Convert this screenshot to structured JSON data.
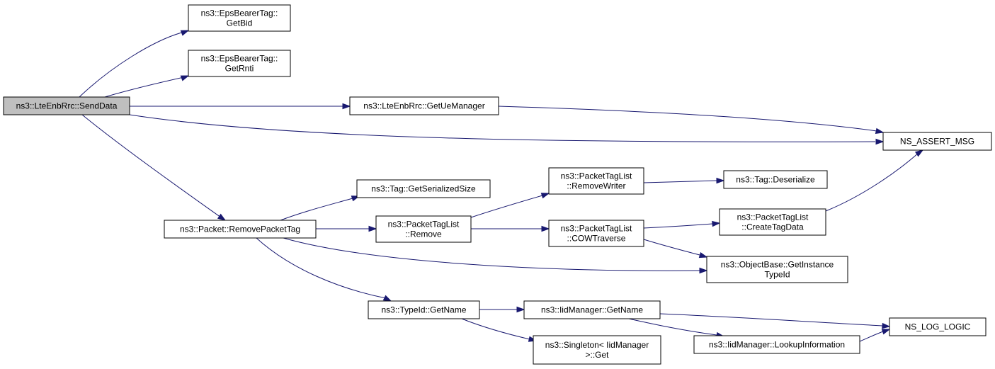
{
  "diagram": {
    "nodes": [
      {
        "id": "senddata",
        "lines": [
          "ns3::LteEnbRrc::SendData"
        ],
        "root": true
      },
      {
        "id": "getbid",
        "lines": [
          "ns3::EpsBearerTag::",
          "GetBid"
        ]
      },
      {
        "id": "getrnti",
        "lines": [
          "ns3::EpsBearerTag::",
          "GetRnti"
        ]
      },
      {
        "id": "getuemanager",
        "lines": [
          "ns3::LteEnbRrc::GetUeManager"
        ]
      },
      {
        "id": "nsassertmsg",
        "lines": [
          "NS_ASSERT_MSG"
        ]
      },
      {
        "id": "removepackettag",
        "lines": [
          "ns3::Packet::RemovePacketTag"
        ]
      },
      {
        "id": "getserializedsize",
        "lines": [
          "ns3::Tag::GetSerializedSize"
        ]
      },
      {
        "id": "ptlremove",
        "lines": [
          "ns3::PacketTagList",
          "::Remove"
        ]
      },
      {
        "id": "ptlremovewriter",
        "lines": [
          "ns3::PacketTagList",
          "::RemoveWriter"
        ]
      },
      {
        "id": "tagdeserialize",
        "lines": [
          "ns3::Tag::Deserialize"
        ]
      },
      {
        "id": "ptlcowtraverse",
        "lines": [
          "ns3::PacketTagList",
          "::COWTraverse"
        ]
      },
      {
        "id": "ptlcreatetagdata",
        "lines": [
          "ns3::PacketTagList",
          "::CreateTagData"
        ]
      },
      {
        "id": "getinstancetypeid",
        "lines": [
          "ns3::ObjectBase::GetInstance",
          "TypeId"
        ]
      },
      {
        "id": "typeidgetname",
        "lines": [
          "ns3::TypeId::GetName"
        ]
      },
      {
        "id": "iidgetname",
        "lines": [
          "ns3::IidManager::GetName"
        ]
      },
      {
        "id": "nsloglogic",
        "lines": [
          "NS_LOG_LOGIC"
        ]
      },
      {
        "id": "lookupinformation",
        "lines": [
          "ns3::IidManager::LookupInformation"
        ]
      },
      {
        "id": "singletonget",
        "lines": [
          "ns3::Singleton< IidManager",
          ">::Get"
        ]
      }
    ],
    "edges": [
      {
        "from": "senddata",
        "to": "getbid"
      },
      {
        "from": "senddata",
        "to": "getrnti"
      },
      {
        "from": "senddata",
        "to": "getuemanager"
      },
      {
        "from": "senddata",
        "to": "nsassertmsg"
      },
      {
        "from": "senddata",
        "to": "removepackettag"
      },
      {
        "from": "getuemanager",
        "to": "nsassertmsg"
      },
      {
        "from": "removepackettag",
        "to": "getserializedsize"
      },
      {
        "from": "removepackettag",
        "to": "ptlremove"
      },
      {
        "from": "removepackettag",
        "to": "getinstancetypeid"
      },
      {
        "from": "removepackettag",
        "to": "typeidgetname"
      },
      {
        "from": "ptlremove",
        "to": "ptlremovewriter"
      },
      {
        "from": "ptlremove",
        "to": "ptlcowtraverse"
      },
      {
        "from": "ptlremovewriter",
        "to": "tagdeserialize"
      },
      {
        "from": "ptlcowtraverse",
        "to": "ptlcreatetagdata"
      },
      {
        "from": "ptlcowtraverse",
        "to": "getinstancetypeid"
      },
      {
        "from": "ptlcreatetagdata",
        "to": "nsassertmsg"
      },
      {
        "from": "typeidgetname",
        "to": "iidgetname"
      },
      {
        "from": "typeidgetname",
        "to": "singletonget"
      },
      {
        "from": "iidgetname",
        "to": "nsloglogic"
      },
      {
        "from": "iidgetname",
        "to": "lookupinformation"
      },
      {
        "from": "lookupinformation",
        "to": "nsloglogic"
      }
    ]
  },
  "colors": {
    "edge": "#191970",
    "root_fill": "#bfbfbf",
    "node_fill": "#ffffff",
    "node_stroke": "#000000"
  }
}
